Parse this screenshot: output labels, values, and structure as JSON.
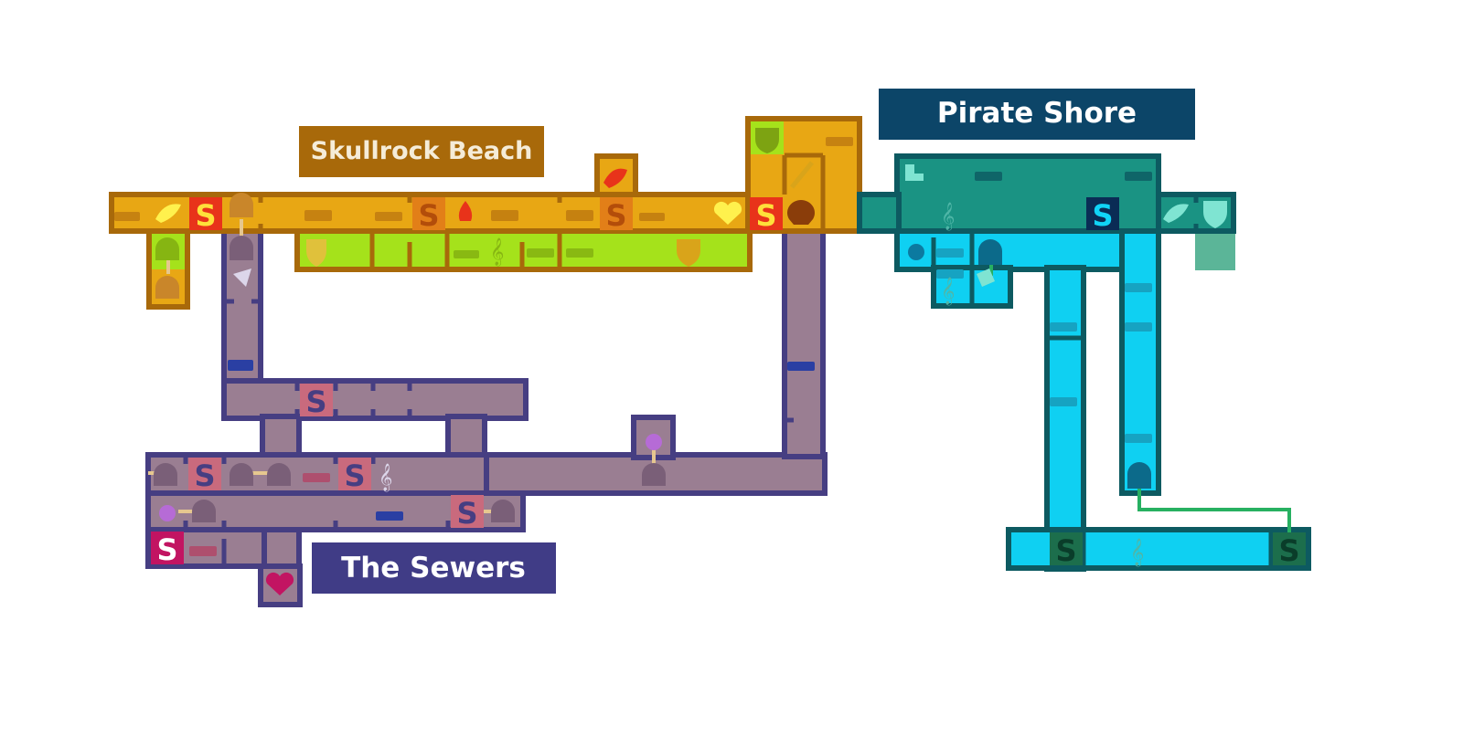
{
  "areas": {
    "skullrock": {
      "name": "Skullrock Beach",
      "label_bg": "#a8690a",
      "label_fg": "#f5ecd8"
    },
    "pirate": {
      "name": "Pirate Shore",
      "label_bg": "#0c4568",
      "label_fg": "#ffffff"
    },
    "sewers": {
      "name": "The Sewers",
      "label_bg": "#403c86",
      "label_fg": "#ffffff"
    }
  },
  "save_marker": "S",
  "colors": {
    "beach_room": "#e8a714",
    "beach_border": "#a8690a",
    "beach_lower": "#a5e21b",
    "sewer_room": "#9a7e92",
    "sewer_border": "#463e82",
    "shore_dark": "#1a9383",
    "shore_border": "#0d5a61",
    "shore_light": "#0fd0f2",
    "save_red": "#e8331a",
    "save_dark_orange": "#e27f18",
    "save_sewer": "#c96a7d",
    "save_magenta": "#c21462",
    "save_navy": "#0a2c55",
    "save_green": "#1c6e4c",
    "connector_green": "#27b061",
    "connector_tan": "#e6c78f"
  },
  "icons": [
    "chest-icon",
    "scroll-icon",
    "door-icon",
    "shield-icon",
    "heart-icon",
    "skull-icon",
    "sword-icon",
    "boot-icon",
    "key-icon",
    "potion-icon",
    "feather-icon",
    "crest-icon"
  ]
}
